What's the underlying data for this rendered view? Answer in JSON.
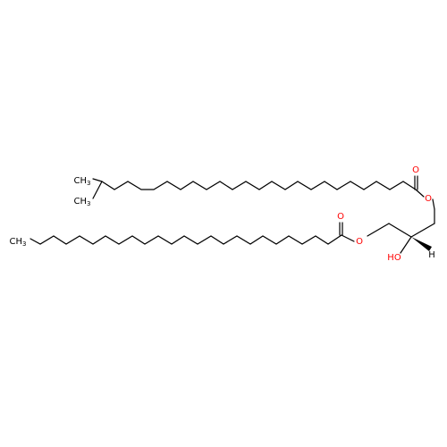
{
  "molecule": {
    "atom_labels": {
      "methyl_top": "CH",
      "methyl_top_sub": "3",
      "methyl_bottom": "CH",
      "methyl_bottom_sub": "3",
      "methyl_left": "CH",
      "methyl_left_sub": "3",
      "carbonyl_o_upper": "O",
      "ester_o_upper": "O",
      "carbonyl_o_lower": "O",
      "ester_o_lower": "O",
      "hydroxyl": "HO",
      "stereo_h": "H"
    },
    "colors": {
      "bond": "#000000",
      "oxygen": "#ff0000",
      "carbon_label": "#000000"
    }
  }
}
